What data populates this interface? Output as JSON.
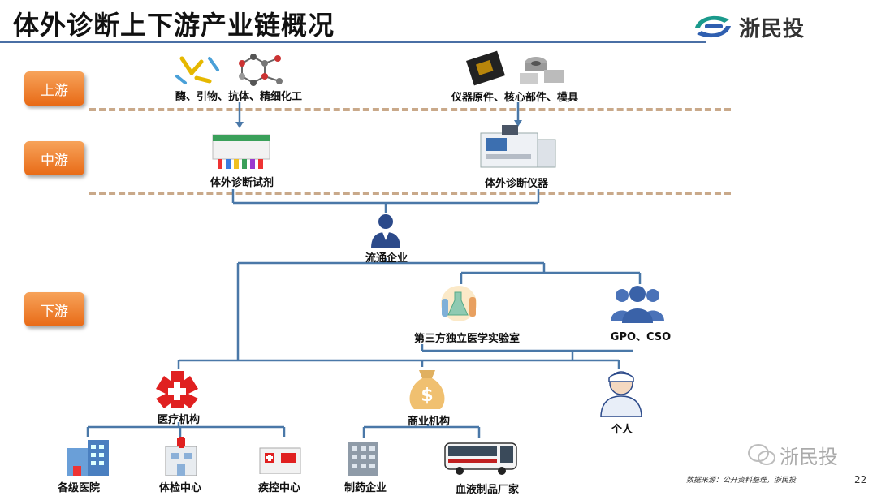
{
  "header": {
    "title": "体外诊断上下游产业链概况",
    "brand_name": "浙民投",
    "brand_icon": "zheminto-logo-icon"
  },
  "stages": {
    "upstream": "上游",
    "midstream": "中游",
    "downstream": "下游"
  },
  "nodes": {
    "raw_materials": "酶、引物、抗体、精细化工",
    "components": "仪器原件、核心部件、模具",
    "reagents": "体外诊断试剂",
    "instruments": "体外诊断仪器",
    "distributor": "流通企业",
    "third_party_lab": "第三方独立医学实验室",
    "gpo_cso": "GPO、CSO",
    "medical_institutions": "医疗机构",
    "commercial_institutions": "商业机构",
    "individual": "个人",
    "hospitals": "各级医院",
    "checkup_center": "体检中心",
    "cdc": "疾控中心",
    "pharma": "制药企业",
    "blood_products": "血液制品厂家"
  },
  "footer": {
    "source": "数据来源：公开资料整理，浙民投",
    "page_number": "22",
    "watermark_text": "浙民投"
  },
  "colors": {
    "connector": "#4a78a8",
    "stage_orange": "#ee7a2a",
    "dashed_separator": "#c9a98a",
    "title_rule": "#4a6fa5"
  }
}
